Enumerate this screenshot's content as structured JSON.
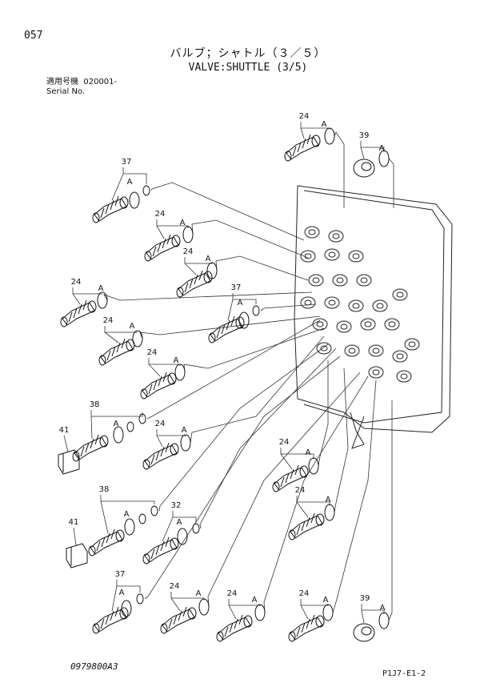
{
  "header": {
    "page_number": "057",
    "title_jp": "バルブ；シャトル（３／５）",
    "title_en": "VALVE:SHUTTLE (3/5)",
    "serial_label_jp": "適用号機",
    "serial_value": "020001-",
    "serial_label_en": "Serial No."
  },
  "footer": {
    "drawing_number": "0979800A3",
    "page_code": "P1J7-E1-2"
  },
  "callouts": {
    "oring_letter": "A",
    "parts": [
      {
        "id": "p24a",
        "num": "24"
      },
      {
        "id": "p39a",
        "num": "39"
      },
      {
        "id": "p37a",
        "num": "37"
      },
      {
        "id": "p24b",
        "num": "24"
      },
      {
        "id": "p24c",
        "num": "24"
      },
      {
        "id": "p24d",
        "num": "24"
      },
      {
        "id": "p37b",
        "num": "37"
      },
      {
        "id": "p24e",
        "num": "24"
      },
      {
        "id": "p24f",
        "num": "24"
      },
      {
        "id": "p38a",
        "num": "38"
      },
      {
        "id": "p41a",
        "num": "41"
      },
      {
        "id": "p24g",
        "num": "24"
      },
      {
        "id": "p24h",
        "num": "24"
      },
      {
        "id": "p38b",
        "num": "38"
      },
      {
        "id": "p32",
        "num": "32"
      },
      {
        "id": "p41b",
        "num": "41"
      },
      {
        "id": "p24i",
        "num": "24"
      },
      {
        "id": "p37c",
        "num": "37"
      },
      {
        "id": "p24j",
        "num": "24"
      },
      {
        "id": "p24k",
        "num": "24"
      },
      {
        "id": "p24l",
        "num": "24"
      },
      {
        "id": "p39b",
        "num": "39"
      }
    ]
  }
}
